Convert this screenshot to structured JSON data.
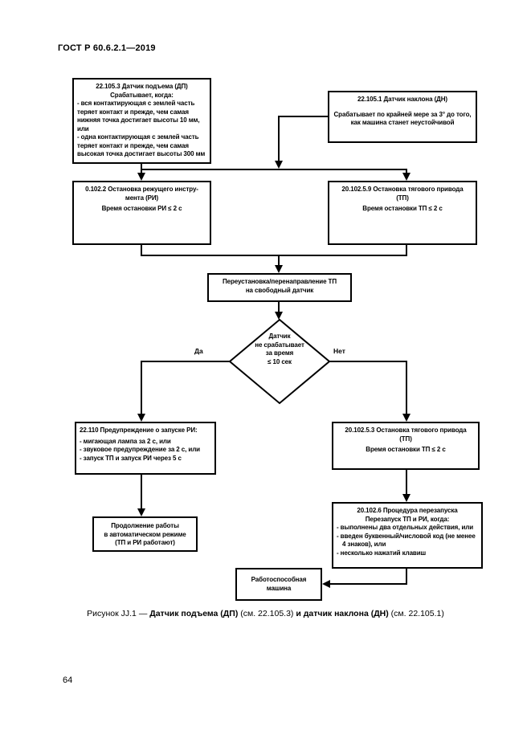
{
  "page": {
    "header": "ГОСТ Р 60.6.2.1—2019",
    "page_number": "64",
    "caption": {
      "prefix": "Рисунок JJ.1 — ",
      "bold1": "Датчик подъема (ДП)",
      "ref1": " (см. 22.105.3) ",
      "bold2": "и датчик наклона (ДН)",
      "ref2": " (см. 22.105.1)"
    }
  },
  "colors": {
    "ink": "#000000",
    "paper": "#ffffff"
  },
  "flowchart": {
    "box_lift_sensor": {
      "title": "22.105.3 Датчик подъема (ДП)",
      "subtitle": "Срабатывает, когда:",
      "bullets": [
        "- вся контактирующая с землей часть теряет контакт и прежде, чем самая нижняя точка достигает высоты 10 мм, или",
        "- одна контактирующая с землей часть теряет контакт и прежде, чем самая высокая точка достигает высоты 300 мм"
      ]
    },
    "box_tilt_sensor": {
      "title": "22.105.1 Датчик наклона (ДН)",
      "body": "Срабатывает по крайней мере за 3° до того, как машина станет неустойчивой"
    },
    "box_stop_cutter": {
      "title_line1": "0.102.2 Остановка режущего инстру-",
      "title_line2": "мента (РИ)",
      "body": "Время остановки РИ ≤ 2 с"
    },
    "box_stop_traction_1": {
      "title_line1": "20.102.5.9 Остановка тягового привода",
      "title_line2": "(ТП)",
      "body": "Время остановки ТП ≤ 2 с"
    },
    "box_reposition": {
      "line1": "Переустановка/перенаправление ТП",
      "line2": "на свободный датчик"
    },
    "decision": {
      "lines": [
        "Датчик",
        "не срабатывает",
        "за время",
        "≤ 10 сек"
      ]
    },
    "label_yes": "Да",
    "label_no": "Нет",
    "box_warning": {
      "title": "22.110 Предупреждение о запуске РИ:",
      "bullets": [
        "- мигающая лампа за 2 с, или",
        "- звуковое предупреждение за 2 с, или",
        "- запуск ТП и запуск РИ через 5 с"
      ]
    },
    "box_stop_traction_2": {
      "title_line1": "20.102.5.3 Остановка тягового привода",
      "title_line2": "(ТП)",
      "body": "Время остановки ТП ≤ 2 с"
    },
    "box_continue": {
      "lines": [
        "Продолжение работы",
        "в автоматическом режиме",
        "(ТП и РИ работают)"
      ]
    },
    "box_restart": {
      "title": "20.102.6 Процедура перезапуска",
      "subtitle": "Перезапуск ТП и РИ, когда:",
      "bullets": [
        "- выполнены два отдельных действия, или",
        "- введен буквенный/числовой код (не менее 4 знаков), или",
        "- несколько нажатий клавиш"
      ]
    },
    "box_operational": {
      "body": "Работоспособная машина"
    }
  }
}
